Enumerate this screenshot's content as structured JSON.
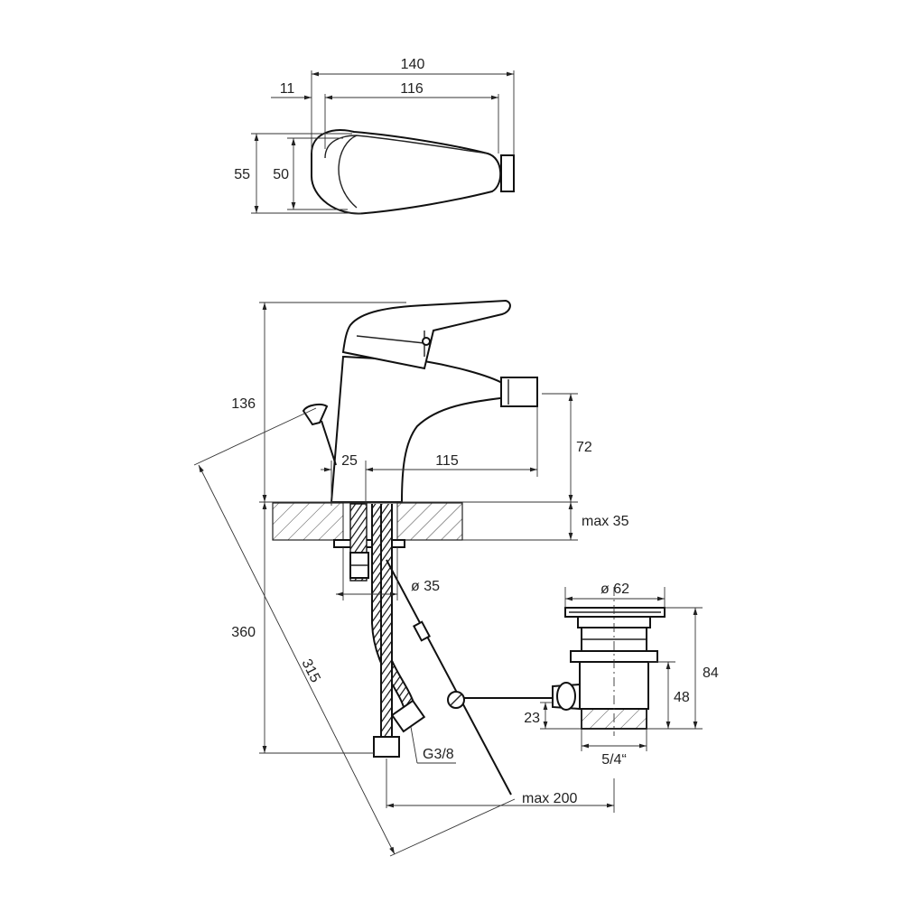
{
  "dimensions": {
    "top_width_total": "140",
    "top_width_inner": "116",
    "top_offset": "11",
    "top_height_outer": "55",
    "top_height_inner": "50",
    "height_total": "136",
    "spout_height": "72",
    "base_offset": "25",
    "spout_reach": "115",
    "max_thickness": "max 35",
    "hole_diameter": "ø 35",
    "hose_length": "360",
    "rod_length": "315",
    "thread_size": "G3/8",
    "rod_reach": "max 200",
    "waste_diameter": "ø 62",
    "waste_height": "84",
    "waste_body_height": "48",
    "waste_outlet_height": "23",
    "waste_thread": "5/4“"
  }
}
